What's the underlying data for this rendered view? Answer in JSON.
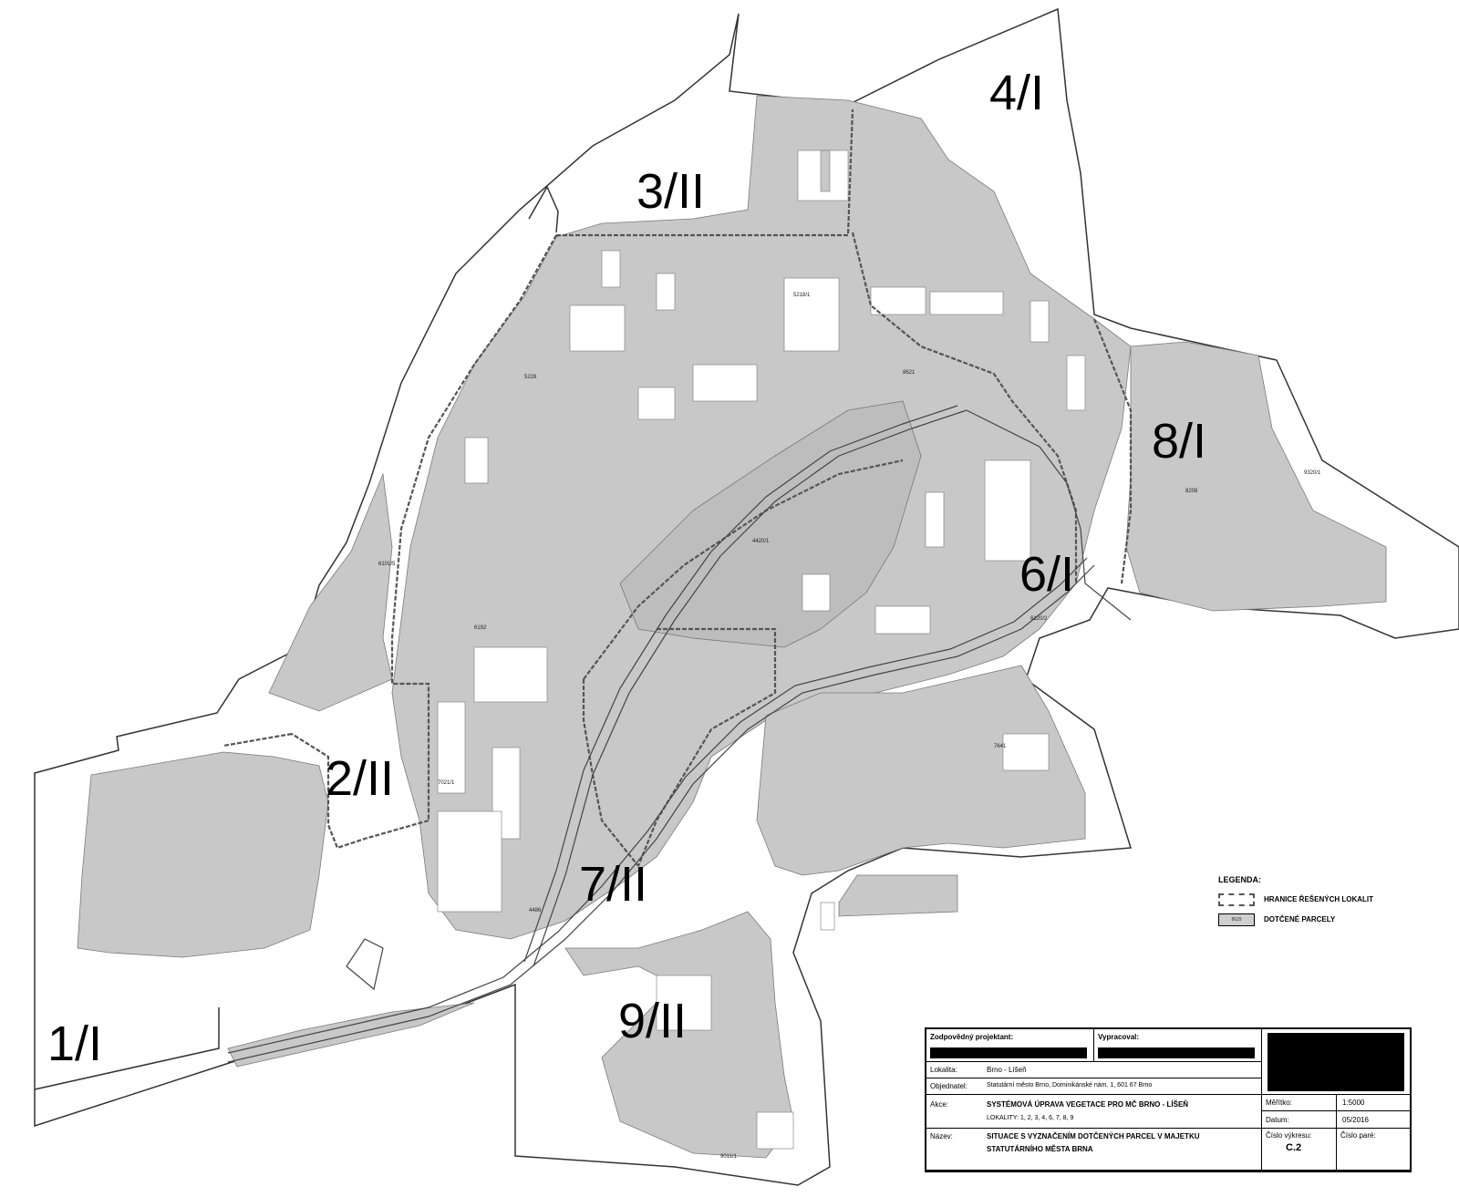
{
  "zones": [
    {
      "id": "zone-1-i",
      "label": "1/I"
    },
    {
      "id": "zone-2-ii",
      "label": "2/II"
    },
    {
      "id": "zone-3-ii",
      "label": "3/II"
    },
    {
      "id": "zone-4-i",
      "label": "4/I"
    },
    {
      "id": "zone-6-i",
      "label": "6/I"
    },
    {
      "id": "zone-7-ii",
      "label": "7/II"
    },
    {
      "id": "zone-8-i",
      "label": "8/I"
    },
    {
      "id": "zone-9-ii",
      "label": "9/II"
    }
  ],
  "parcel_numbers": [
    "4420/1",
    "5218/1",
    "6120/2",
    "9320/1",
    "8208",
    "7641",
    "6192",
    "5228",
    "9011/1",
    "4486",
    "8621",
    "6101/5",
    "7021/1"
  ],
  "legend": {
    "title": "LEGENDA:",
    "items": [
      {
        "label": "HRANICE ŘEŠENÝCH LOKALIT",
        "sample": ""
      },
      {
        "label": "DOTČENÉ PARCELY",
        "sample": "8629"
      }
    ]
  },
  "title_block": {
    "designer_label": "Zodpovědný projektant:",
    "drawn_by_label": "Vypracoval:",
    "locality_label": "Lokalita:",
    "locality_value": "Brno - Líšeň",
    "client_label": "Objednatel:",
    "client_value": "Statutární město Brno, Dominikánské nám. 1, 601 67 Brno",
    "action_label": "Akce:",
    "action_value": "SYSTÉMOVÁ ÚPRAVA VEGETACE PRO MČ BRNO - LÍŠEŇ",
    "localities_value": "LOKALITY: 1, 2, 3, 4, 6, 7, 8, 9",
    "name_label": "Název:",
    "name_value_1": "SITUACE S VYZNAČENÍM DOTČENÝCH PARCEL V MAJETKU",
    "name_value_2": "STATUTÁRNÍHO MĚSTA BRNA",
    "scale_label": "Měřítko:",
    "scale_value": "1:5000",
    "date_label": "Datum:",
    "date_value": "05/2016",
    "drawing_no_label": "Číslo výkresu:",
    "drawing_no_value": "C.2",
    "copy_no_label": "Číslo paré:"
  }
}
